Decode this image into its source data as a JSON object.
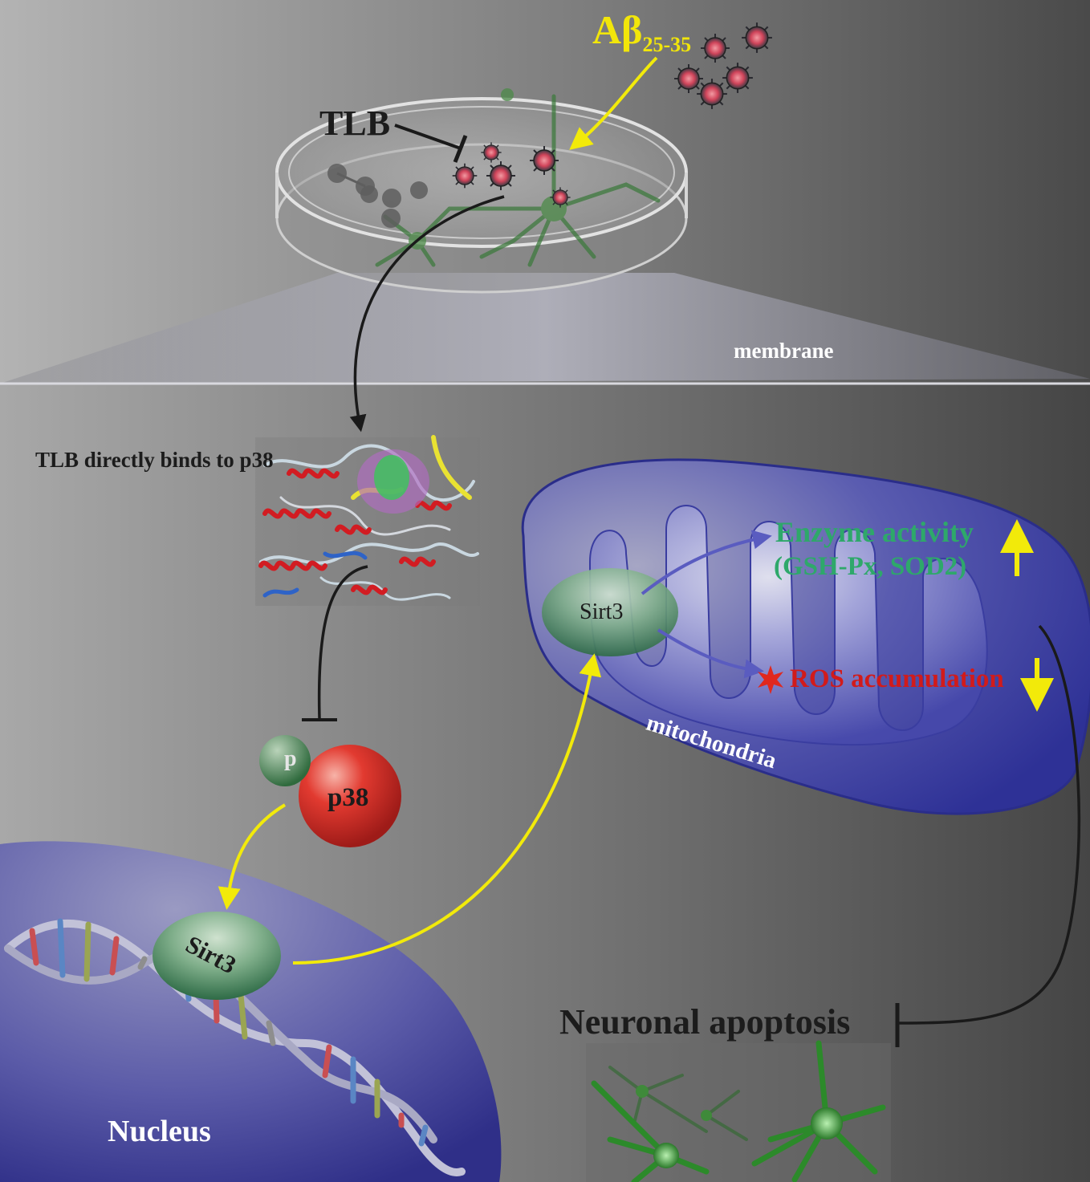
{
  "labels": {
    "abeta": "Aβ",
    "abeta_sub": "25-35",
    "tlb": "TLB",
    "membrane": "membrane",
    "binds": "TLB directly binds to p38",
    "p": "p",
    "p38": "p38",
    "sirt3_nucleus": "Sirt3",
    "sirt3_mito": "Sirt3",
    "enzyme_activity": "Enzyme activity",
    "enzymes": "(GSH-Px, SOD2)",
    "ros": "ROS accumulation",
    "mitochondria": "mitochondria",
    "nucleus": "Nucleus",
    "apoptosis": "Neuronal apoptosis"
  },
  "colors": {
    "activation_arrow": "#f2ea0a",
    "inhibition_line": "#1a1a1a",
    "enzyme_text": "#2ea86a",
    "ros_text": "#d11b1b",
    "abeta_text": "#f2e60a",
    "mitochondria": "#3a3d96",
    "nucleus": "#4a4a9a",
    "p38": "#c0282a",
    "sirt3": "#4d8a62"
  },
  "icons": {
    "amyloid_particle": "amyloid-particle-icon",
    "neuron": "neuron-icon",
    "dna": "dna-helix-icon",
    "protein": "protein-structure-icon",
    "ros_burst": "ros-burst-icon"
  }
}
